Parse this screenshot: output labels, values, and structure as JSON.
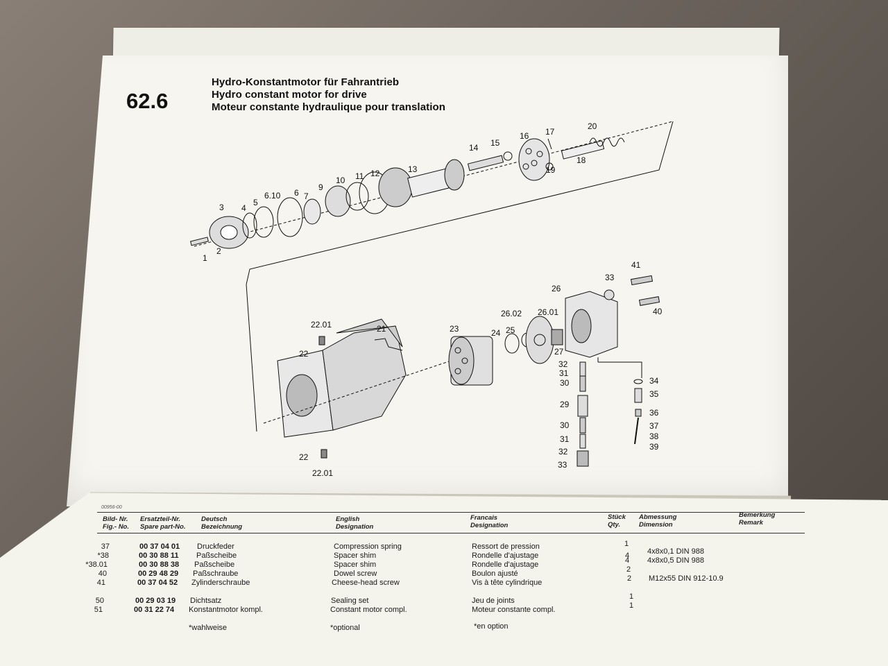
{
  "section": {
    "number": "62.6",
    "title_de": "Hydro-Konstantmotor für Fahrantrieb",
    "title_en": "Hydro constant motor for drive",
    "title_fr": "Moteur constante hydraulique pour translation"
  },
  "diagram": {
    "labels": [
      "1",
      "2",
      "3",
      "4",
      "5",
      "6.10",
      "6",
      "7",
      "9",
      "10",
      "11",
      "12",
      "13",
      "14",
      "15",
      "16",
      "17",
      "18",
      "19",
      "20",
      "22.01",
      "22",
      "21",
      "23",
      "24",
      "25",
      "26.02",
      "26.01",
      "26",
      "27",
      "33",
      "41",
      "40",
      "32",
      "31",
      "30",
      "29",
      "34",
      "35",
      "36",
      "37",
      "38",
      "39"
    ]
  },
  "table": {
    "code": "00956-00",
    "headers": {
      "fig": "Bild- Nr.\nFig.- No.",
      "part": "Ersatzteil-Nr.\nSpare part-No.",
      "de": "Deutsch\nBezeichnung",
      "en": "English\nDesignation",
      "fr": "Francais\nDesignation",
      "qty": "Stück\nQty.",
      "dim": "Abmessung\nDimension",
      "remark": "Bemerkung\nRemark"
    },
    "rows": [
      {
        "fig": "37",
        "part": "00 37 04 01",
        "de": "Druckfeder",
        "en": "Compression spring",
        "fr": "Ressort de pression",
        "qty": "1",
        "dim": ""
      },
      {
        "fig": "*38",
        "part": "00 30 88 11",
        "de": "Paßscheibe",
        "en": "Spacer shim",
        "fr": "Rondelle d'ajustage",
        "qty": "4",
        "dim": "4x8x0,1 DIN 988"
      },
      {
        "fig": "*38.01",
        "part": "00 30 88 38",
        "de": "Paßscheibe",
        "en": "Spacer shim",
        "fr": "Rondelle d'ajustage",
        "qty": "4",
        "dim": "4x8x0,5 DIN 988"
      },
      {
        "fig": "40",
        "part": "00 29 48 29",
        "de": "Paßschraube",
        "en": "Dowel screw",
        "fr": "Boulon ajusté",
        "qty": "2",
        "dim": ""
      },
      {
        "fig": "41",
        "part": "00 37 04 52",
        "de": "Zylinderschraube",
        "en": "Cheese-head screw",
        "fr": "Vis à tête cylindrique",
        "qty": "2",
        "dim": "M12x55 DIN 912-10.9"
      },
      {
        "fig": "50",
        "part": "00 29 03 19",
        "de": "Dichtsatz",
        "en": "Sealing set",
        "fr": "Jeu de joints",
        "qty": "1",
        "dim": ""
      },
      {
        "fig": "51",
        "part": "00 31 22 74",
        "de": "Konstantmotor kompl.",
        "en": "Constant motor compl.",
        "fr": "Moteur constante compl.",
        "qty": "1",
        "dim": ""
      }
    ],
    "footnotes": {
      "de": "*wahlweise",
      "en": "*optional",
      "fr": "*en option"
    }
  }
}
